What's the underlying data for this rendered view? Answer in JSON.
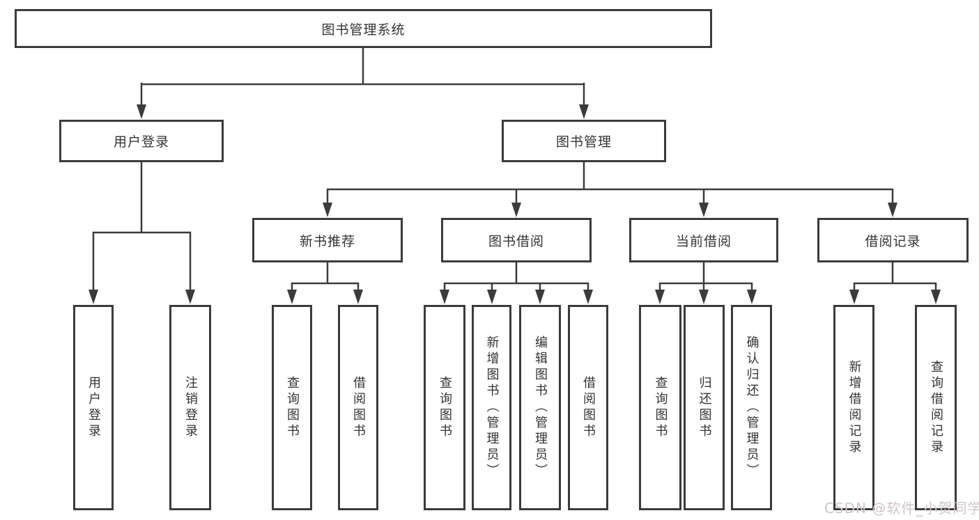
{
  "title": "图书管理系统",
  "tree": {
    "root": "图书管理系统",
    "branches": [
      {
        "label": "用户登录",
        "children": [
          "用户登录",
          "注销登录"
        ]
      },
      {
        "label": "图书管理",
        "sections": [
          {
            "label": "新书推荐",
            "children": [
              "查询图书",
              "借阅图书"
            ]
          },
          {
            "label": "图书借阅",
            "children": [
              "查询图书",
              "新增图书（管理员）",
              "编辑图书（管理员）",
              "借阅图书"
            ]
          },
          {
            "label": "当前借阅",
            "children": [
              "查询图书",
              "归还图书",
              "确认归还（管理员）"
            ]
          },
          {
            "label": "借阅记录",
            "children": [
              "新增借阅记录",
              "查询借阅记录"
            ]
          }
        ]
      }
    ]
  },
  "watermark": "CSDN @软件_小贺同学",
  "colors": {
    "line": "#3b3b3b",
    "text": "#333333",
    "background": "#ffffff",
    "watermark": "#cfc6c6"
  }
}
